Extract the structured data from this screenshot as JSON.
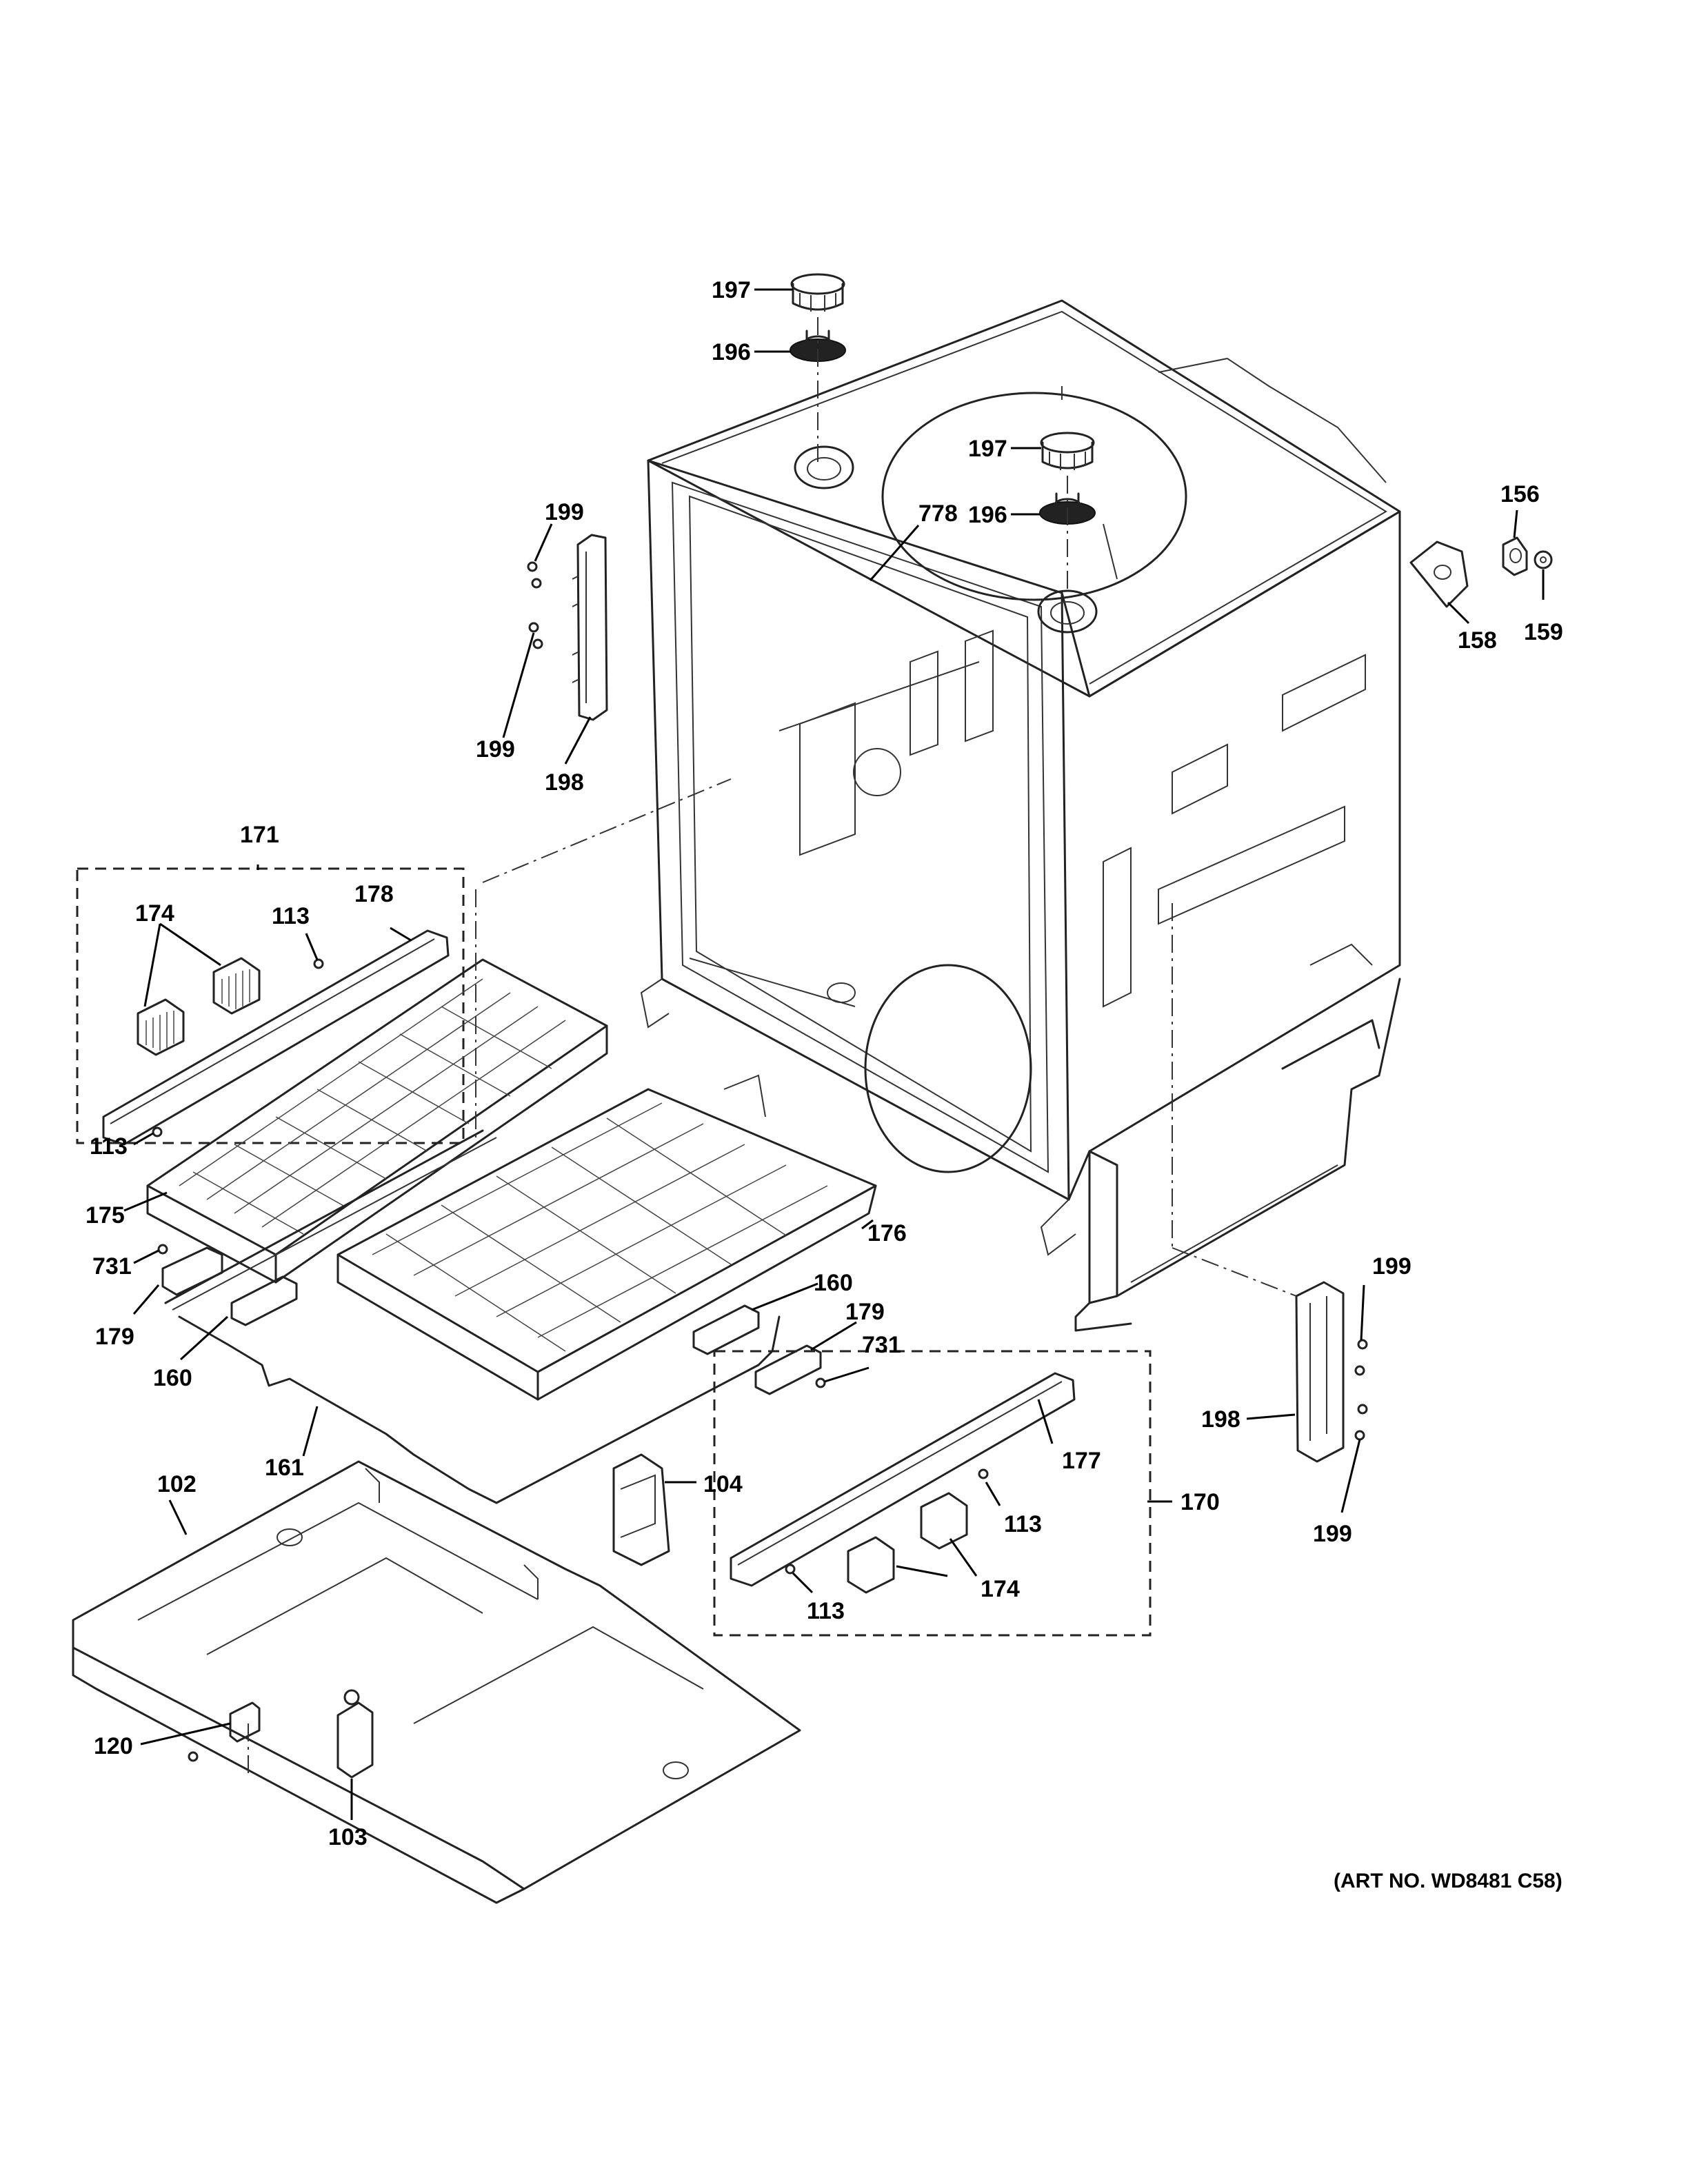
{
  "callouts": {
    "c197a": "197",
    "c196a": "196",
    "c197b": "197",
    "c196b": "196",
    "c778": "778",
    "c156": "156",
    "c158": "158",
    "c159": "159",
    "c199a": "199",
    "c199b": "199",
    "c198a": "198",
    "c171": "171",
    "c174a": "174",
    "c113a": "113",
    "c178": "178",
    "c113b": "113",
    "c175": "175",
    "c176": "176",
    "c731a": "731",
    "c179a": "179",
    "c160a": "160",
    "c160b": "160",
    "c179b": "179",
    "c731b": "731",
    "c161": "161",
    "c199c": "199",
    "c198b": "198",
    "c199d": "199",
    "c177": "177",
    "c170": "170",
    "c113c": "113",
    "c113d": "113",
    "c174b": "174",
    "c102": "102",
    "c104": "104",
    "c120": "120",
    "c103": "103"
  },
  "art_number": "(ART NO. WD8481 C58)"
}
